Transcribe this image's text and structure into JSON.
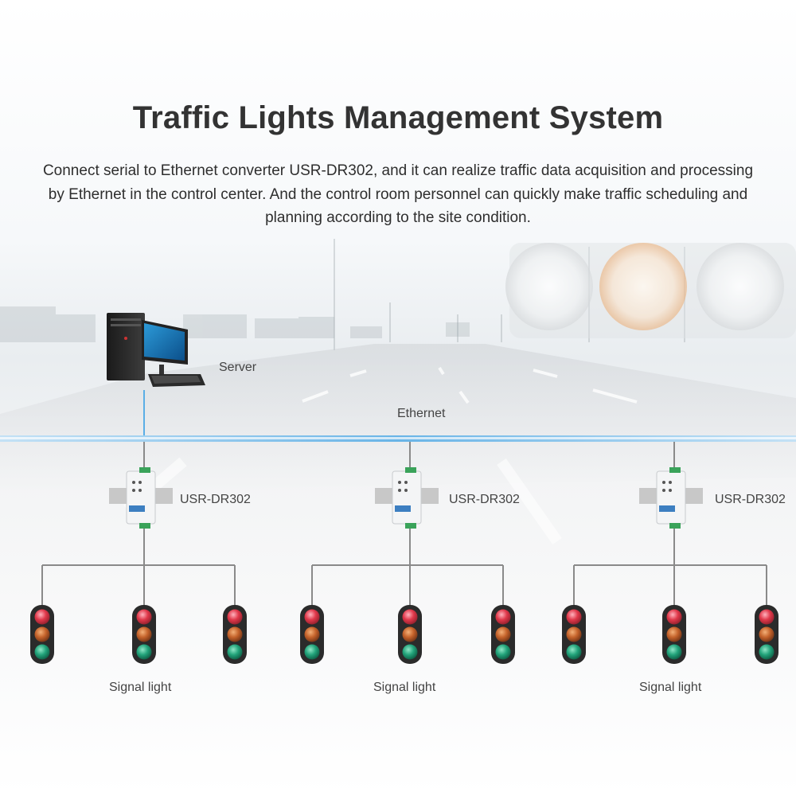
{
  "title": "Traffic Lights Management System",
  "description": "Connect serial to Ethernet converter USR-DR302, and it can realize traffic data acquisition and processing by Ethernet in the control center. And the control room personnel can quickly make traffic scheduling and planning according to the site condition.",
  "server": {
    "label": "Server"
  },
  "network": {
    "label": "Ethernet",
    "color": "#5aaee6"
  },
  "groups": [
    {
      "converter_label": "USR-DR302",
      "signal_label": "Signal light"
    },
    {
      "converter_label": "USR-DR302",
      "signal_label": "Signal light"
    },
    {
      "converter_label": "USR-DR302",
      "signal_label": "Signal light"
    }
  ],
  "colors": {
    "line": "#8a8a8a",
    "red": "#e0384a",
    "amber": "#d9742c",
    "green": "#22a37a",
    "signal_body": "#2b2b2b"
  }
}
